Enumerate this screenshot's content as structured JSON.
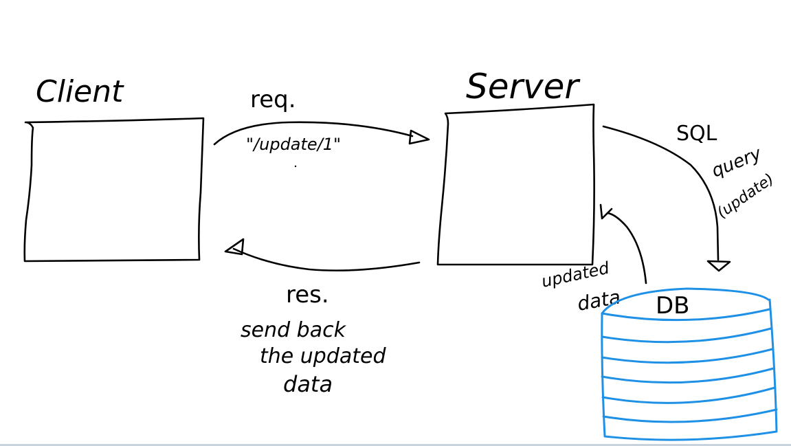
{
  "labels": {
    "client": "Client",
    "server": "Server",
    "db": "DB",
    "req": "req.",
    "req_path": "\"/update/1\"",
    "res": "res.",
    "res_line1": "send back",
    "res_line2": "the updated",
    "res_line3": "data",
    "sql": "SQL",
    "query": "query",
    "query_type": "(update)",
    "updated_line1": "updated",
    "updated_line2": "data"
  },
  "colors": {
    "ink": "#000000",
    "db_ink": "#1e90e6",
    "background": "#ffffff"
  }
}
